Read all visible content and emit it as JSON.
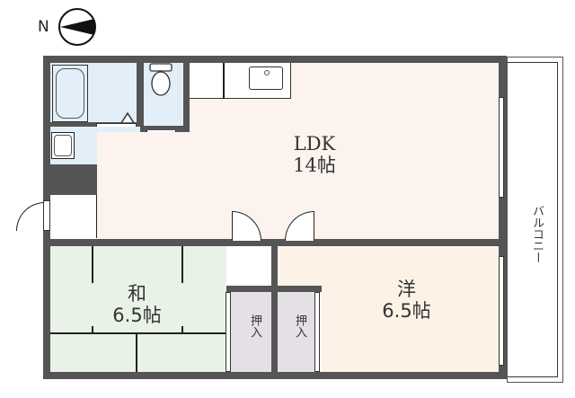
{
  "compass": {
    "label": "N",
    "icon": "north-arrow-icon"
  },
  "rooms": {
    "ldk": {
      "name": "LDK",
      "size": "14帖",
      "color": "#fcf3ee"
    },
    "washitsu": {
      "name": "和",
      "size": "6.5帖",
      "color": "#e9f2e6"
    },
    "youshitsu": {
      "name": "洋",
      "size": "6.5帖",
      "color": "#fcf2e6"
    },
    "closet1": {
      "name": "押入",
      "color": "#e5e0e5"
    },
    "closet2": {
      "name": "押入",
      "color": "#e5e0e5"
    },
    "balcony": {
      "name": "バルコニー",
      "color": "#ffffff"
    },
    "bath": {
      "color": "#e3eff8"
    },
    "toilet": {
      "color": "#e3eff8"
    },
    "washroom": {
      "color": "#e3eff8"
    }
  },
  "colors": {
    "wall": "#555555",
    "line": "#222222"
  }
}
